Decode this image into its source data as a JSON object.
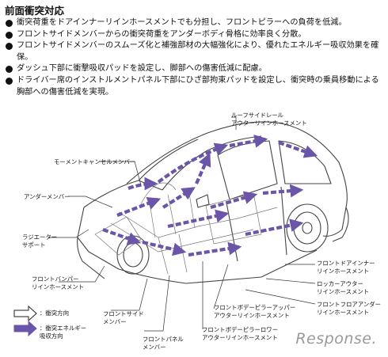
{
  "title": "前面衝突対応",
  "bullets": [
    "衝突荷重をドアインナーリインホースメントでも分担し、フロントピラーへの負荷を低減。",
    "フロントサイドメンバーからの衝突荷重をアンダーボディ骨格に効率良く分散。",
    "フロントサイドメンバーのスムーズ化と補強部材の大幅強化により、優れたエネルギー吸収効果を確保。",
    "ダッシュ下部に衝撃吸収パッドを設定し、脚部への傷害低減に配慮。",
    "ドライバー席のインストルメントパネル下部にひざ部拘束パッドを設定し、衝突時の乗員移動による胸部への傷害低減を実現。"
  ],
  "labels": {
    "roof_rail": [
      "ルーフサイドレール",
      "アウターリインホースメント"
    ],
    "moment": [
      "モーメントキャンセルメンバー"
    ],
    "under_member": [
      "アンダーメンバー"
    ],
    "radiator": [
      "ラジエーター",
      "サポート"
    ],
    "front_bumper": [
      "フロントバンパー",
      "リインホースメント"
    ],
    "front_side": [
      "フロントサイド",
      "メンバー"
    ],
    "front_panel": [
      "フロントパネル",
      "メンバー"
    ],
    "pillar_lower": [
      "フロントボデーピラーロワー",
      "アウターリインホースメント"
    ],
    "pillar_upper": [
      "フロントボデーピラーアッパー",
      "アウターリインホースメント"
    ],
    "door_inner": [
      "フロントドアインナー",
      "リインホースメント"
    ],
    "rocker": [
      "ロッカーアウター",
      "リインホースメント"
    ],
    "floor_under": [
      "フロントフロアアンダー",
      "リインホースメント"
    ]
  },
  "legend": {
    "impact_direction": "：衝突方向",
    "absorb_direction": [
      "：衝突エネルギー",
      "吸収方向"
    ],
    "absorb_color": "#6a55a8"
  },
  "watermark": "Response."
}
